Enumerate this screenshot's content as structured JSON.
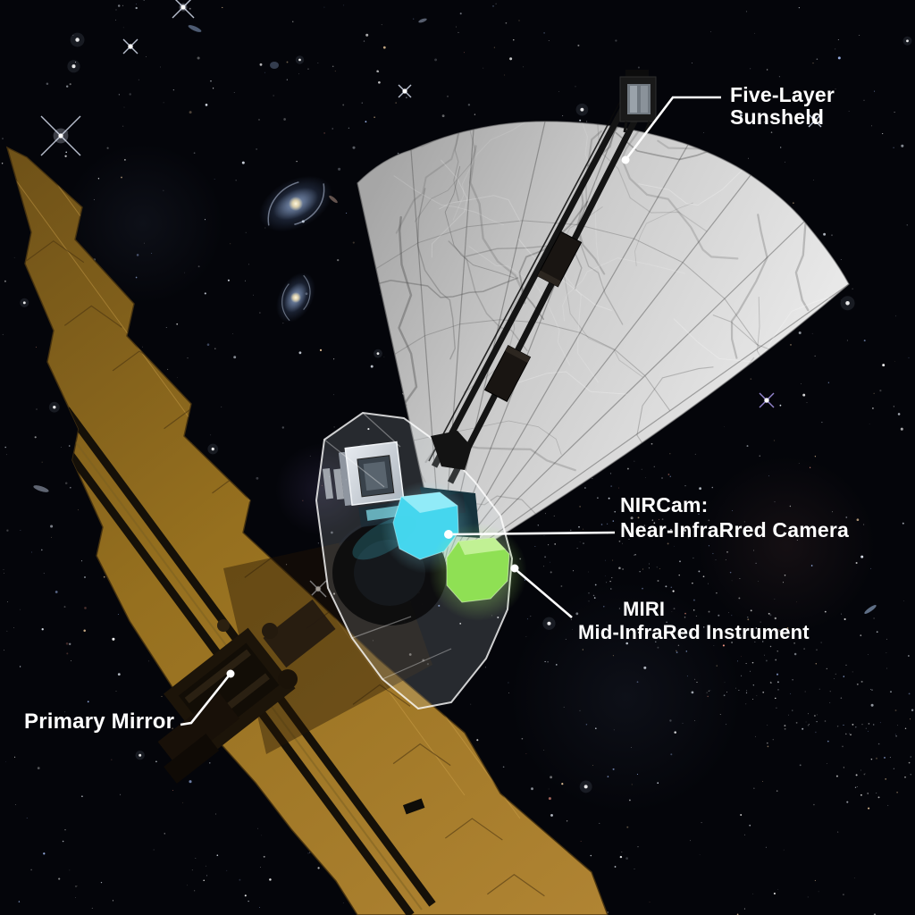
{
  "labels": {
    "sunshield": {
      "line1": "Five-Layer",
      "line2": "Sunsheld"
    },
    "nircam": {
      "line1": "NIRCam:",
      "line2": "Near-InfraRred Camera"
    },
    "miri": {
      "line1": "MIRI",
      "line2": "Mid-InfraRed Instrument"
    },
    "primary_mirror": {
      "text": "Primary Mirror"
    }
  },
  "colors": {
    "background": "#04050a",
    "label_text": "#ffffff",
    "callout": "#ffffff",
    "mirror_gold": "#96701f",
    "mirror_gold_dark": "#6e5118",
    "mirror_gold_light": "#b08433",
    "mirror_seam": "#d2a34a",
    "sunshield_silver_light": "#eaeaea",
    "sunshield_silver_mid": "#cccccc",
    "sunshield_silver_dark": "#a6a6a6",
    "boom_black": "#141414",
    "nircam_cyan": "#45d6ee",
    "nircam_cyan_light": "#9feef9",
    "miri_green": "#8fe054",
    "miri_green_light": "#c6f39b",
    "module_glass_edge": "#ffffff",
    "hub_dark": "#1c1409",
    "box_gray": "#cfd5db"
  }
}
